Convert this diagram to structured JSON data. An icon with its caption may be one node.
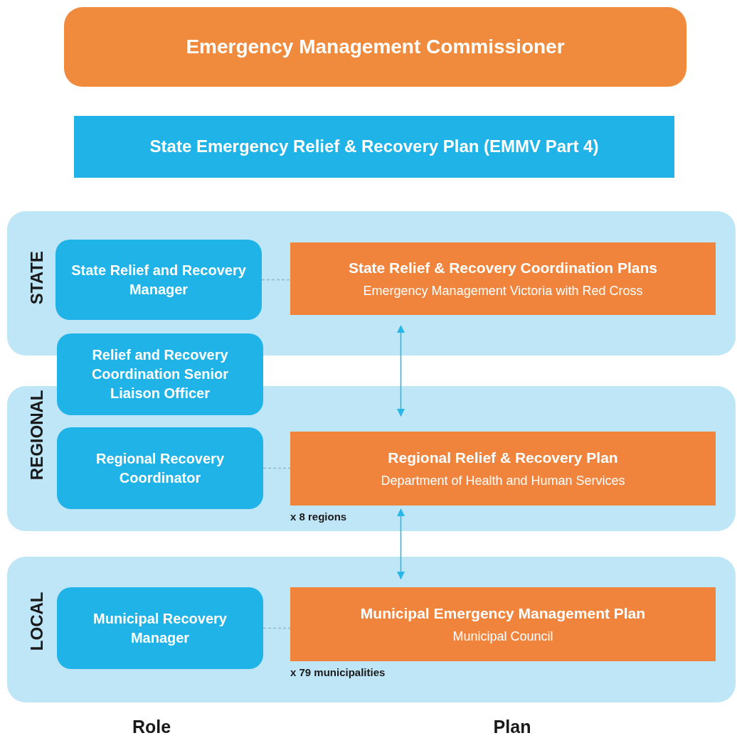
{
  "diagram": {
    "nodes": [
      {
        "text": [
          "Emergency Management Commissioner"
        ]
      },
      {
        "text": [
          "State Emergency Relief & Recovery Plan (EMMV Part 4)"
        ]
      },
      {
        "text": [
          "STATE"
        ]
      },
      {
        "text": [
          "State Relief and Recovery Manager"
        ],
        "in": 2
      },
      {
        "text": [
          "State Relief & Recovery Coordination Plans",
          "Emergency Management Victoria with Red Cross"
        ],
        "in": 2
      },
      {
        "text": [
          "Relief and Recovery Coordination Senior Liaison Officer"
        ]
      },
      {
        "text": [
          "REGIONAL"
        ]
      },
      {
        "text": [
          "Regional Recovery Coordinator"
        ],
        "in": 6
      },
      {
        "text": [
          "Regional Relief & Recovery Plan",
          "Department of Health and Human Services"
        ],
        "in": 6,
        "beside": [
          "x 8 regions"
        ]
      },
      {
        "text": [
          "LOCAL"
        ]
      },
      {
        "text": [
          "Municipal Recovery Manager"
        ],
        "in": 9
      },
      {
        "text": [
          "Municipal Emergency Management Plan",
          "Municipal Council"
        ],
        "in": 9,
        "beside": [
          "x 79 municipalities"
        ]
      }
    ],
    "edges": [
      {
        "from": 3,
        "to": 4,
        "arrow": "none",
        "style": "dashed",
        "color": "#8fb8cc"
      },
      {
        "from": 7,
        "to": 8,
        "arrow": "none",
        "style": "dashed",
        "color": "#8fb8cc"
      },
      {
        "from": 10,
        "to": 11,
        "arrow": "none",
        "style": "dashed",
        "color": "#8fb8cc"
      },
      {
        "from": 4,
        "to": 8,
        "arrow": "both",
        "color": "#29b6e8"
      },
      {
        "from": 8,
        "to": 11,
        "arrow": "both",
        "color": "#29b6e8"
      }
    ],
    "labels": [
      "Role",
      "Plan"
    ]
  }
}
